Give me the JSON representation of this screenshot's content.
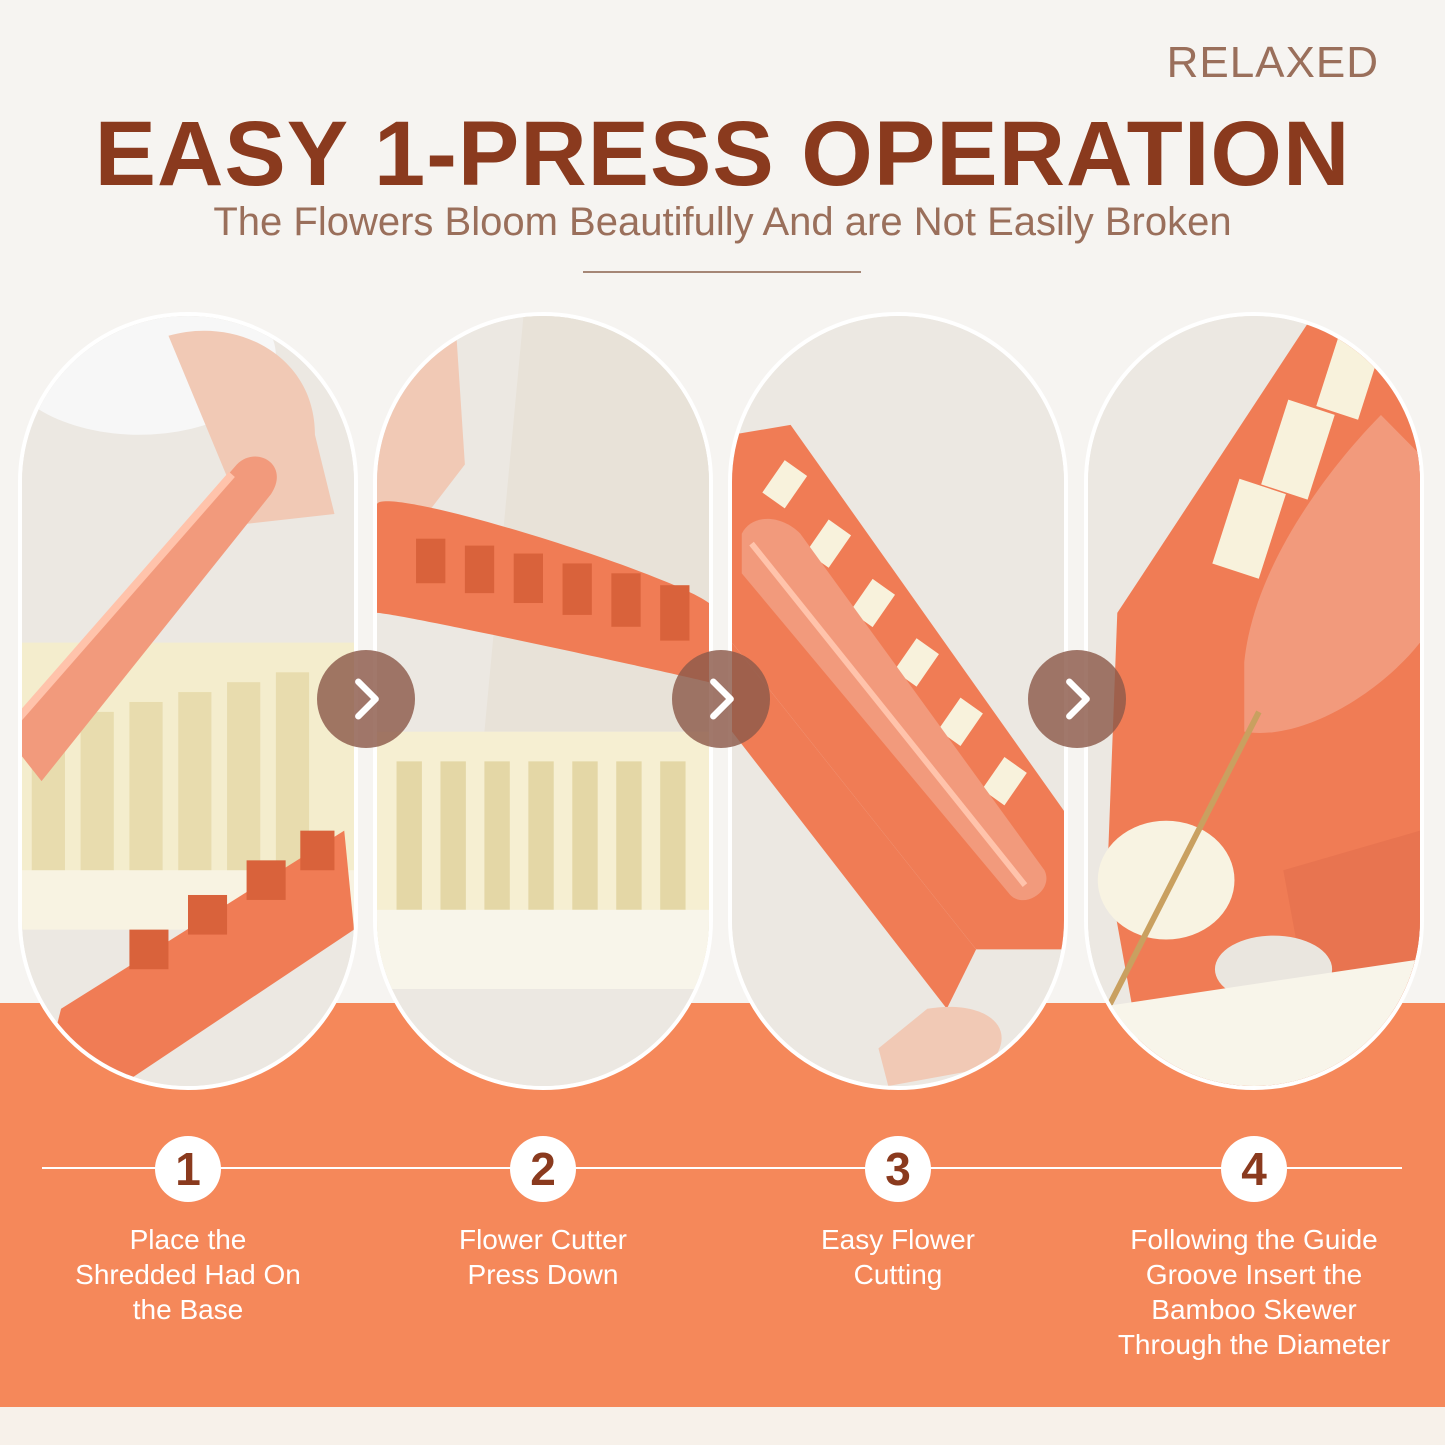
{
  "header": {
    "brand": "RELAXED",
    "title": "EASY 1-PRESS OPERATION",
    "subtitle": "The Flowers Bloom Beautifully And are Not Easily Broken"
  },
  "steps": [
    {
      "number": "1",
      "text": "Place the Shredded Had On the Base"
    },
    {
      "number": "2",
      "text": "Flower Cutter Press Down"
    },
    {
      "number": "3",
      "text": "Easy Flower Cutting"
    },
    {
      "number": "4",
      "text": "Following the Guide Groove Insert the Bamboo Skewer Through the Diameter"
    }
  ],
  "icons": {
    "arrow": "chevron-right-icon",
    "photos": [
      "photo-place-sausage",
      "photo-press-cutter",
      "photo-sliced-sausage",
      "photo-insert-skewer"
    ]
  },
  "colors": {
    "title": "#8a3a1e",
    "subtitle": "#9a6f5b",
    "panel": "#f5885a",
    "product_orange": "#f0805c",
    "product_cream": "#f6efd2",
    "sausage": "#f4957a"
  }
}
